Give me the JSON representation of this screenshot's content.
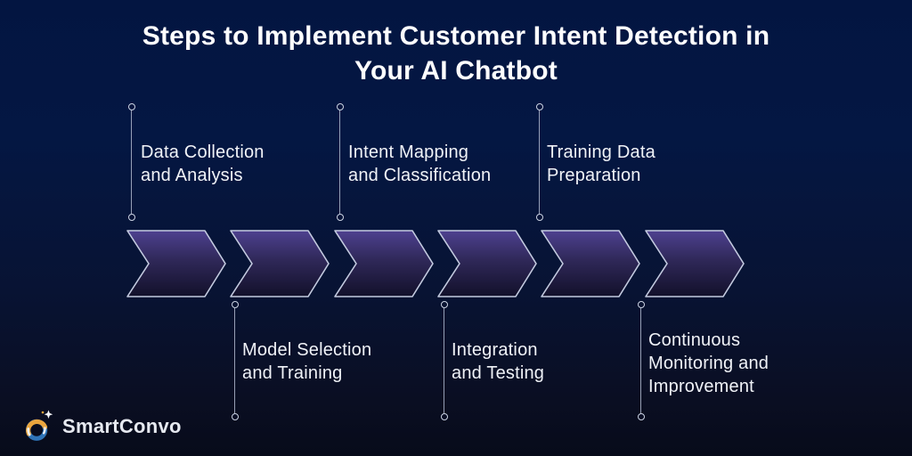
{
  "title": "Steps to Implement Customer Intent Detection in\nYour AI Chatbot",
  "brand": {
    "name": "SmartConvo"
  },
  "diagram_type": "process-flow-chevron-timeline",
  "steps": [
    {
      "order": 1,
      "side": "top",
      "label": "Data Collection\nand Analysis"
    },
    {
      "order": 2,
      "side": "bottom",
      "label": "Model Selection\nand Training"
    },
    {
      "order": 3,
      "side": "top",
      "label": "Intent Mapping\nand Classification"
    },
    {
      "order": 4,
      "side": "bottom",
      "label": "Integration\nand Testing"
    },
    {
      "order": 5,
      "side": "top",
      "label": "Training Data\nPreparation"
    },
    {
      "order": 6,
      "side": "bottom",
      "label": "Continuous\nMonitoring and\nImprovement"
    }
  ],
  "colors": {
    "background_top": "#041743",
    "background_bottom": "#070b1a",
    "chevron_gradient_top": "#4e4190",
    "chevron_gradient_mid": "#2f2858",
    "chevron_gradient_bottom": "#12102a",
    "chevron_outline": "#c4cbe0",
    "connector_line": "#b0b9ce",
    "title_text": "#fdfdfe",
    "label_text": "#f0f2f7",
    "logo_gold": "#eaa53d",
    "logo_blue": "#2f74b8",
    "logo_white": "#f2f5fa"
  },
  "icons": {
    "logo_swirl": "smartconvo-swirl-icon",
    "logo_sparkle": "sparkle-star-icon"
  }
}
